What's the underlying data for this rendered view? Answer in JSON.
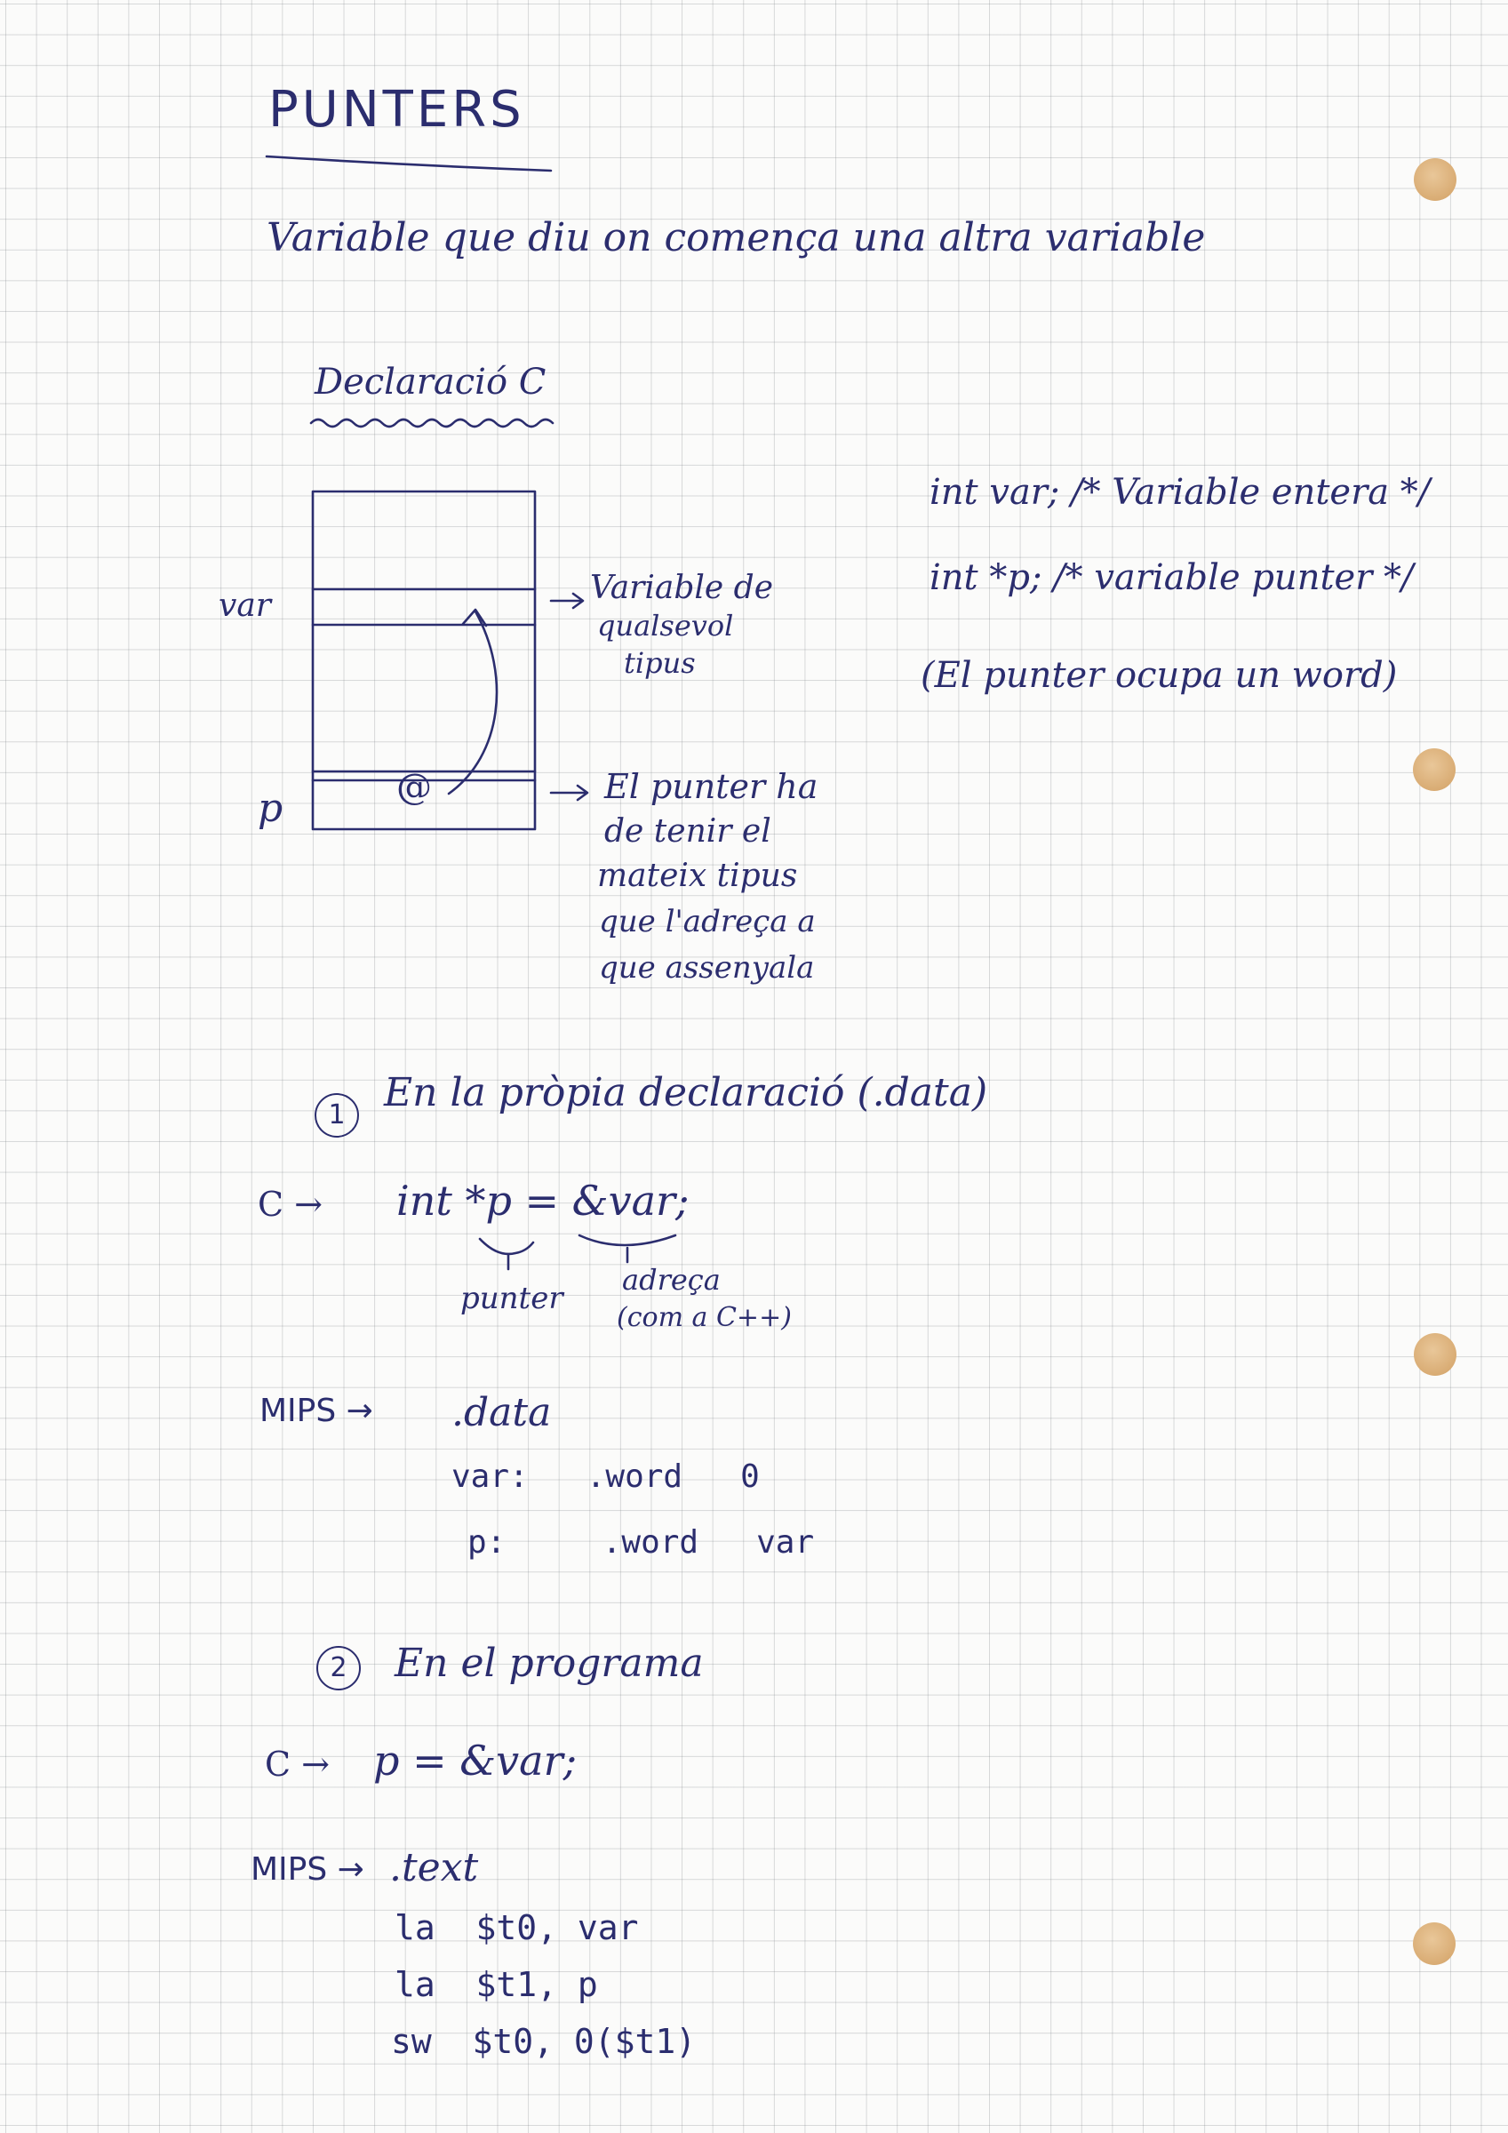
{
  "title": "PUNTERS",
  "definition": "Variable que diu on comença una altra variable",
  "declaration_heading": "Declaració C",
  "diagram": {
    "label_var": "var",
    "label_p": "p",
    "cell_at": "@",
    "note_var": [
      "Variable de",
      "qualsevol",
      "tipus"
    ],
    "note_p": [
      "El punter ha",
      "de tenir el",
      "mateix tipus",
      "que l'adreça a",
      "que assenyala"
    ]
  },
  "code_decl": [
    "int var;  /* Variable entera */",
    "int *p;  /* variable punter */",
    "(El punter ocupa un word)"
  ],
  "section1": {
    "number": "1",
    "heading": "En la pròpia declaració (.data)",
    "c_label": "C →",
    "c_code": "int *p = &var;",
    "brace_left": "punter",
    "brace_right_1": "adreça",
    "brace_right_2": "(com a C++)",
    "mips_label": "MIPS →",
    "mips_lines": [
      ".data",
      "var:   .word   0",
      "p:     .word   var"
    ]
  },
  "section2": {
    "number": "2",
    "heading": "En el programa",
    "c_label": "C →",
    "c_code": "p = &var;",
    "mips_label": "MIPS →",
    "mips_lines": [
      ".text",
      "la  $t0, var",
      "la  $t1, p",
      "sw  $t0, 0($t1)"
    ]
  },
  "colors": {
    "ink": "#2b2d6e",
    "paper": "#fbfbfa",
    "hole": "#d9ac74"
  }
}
